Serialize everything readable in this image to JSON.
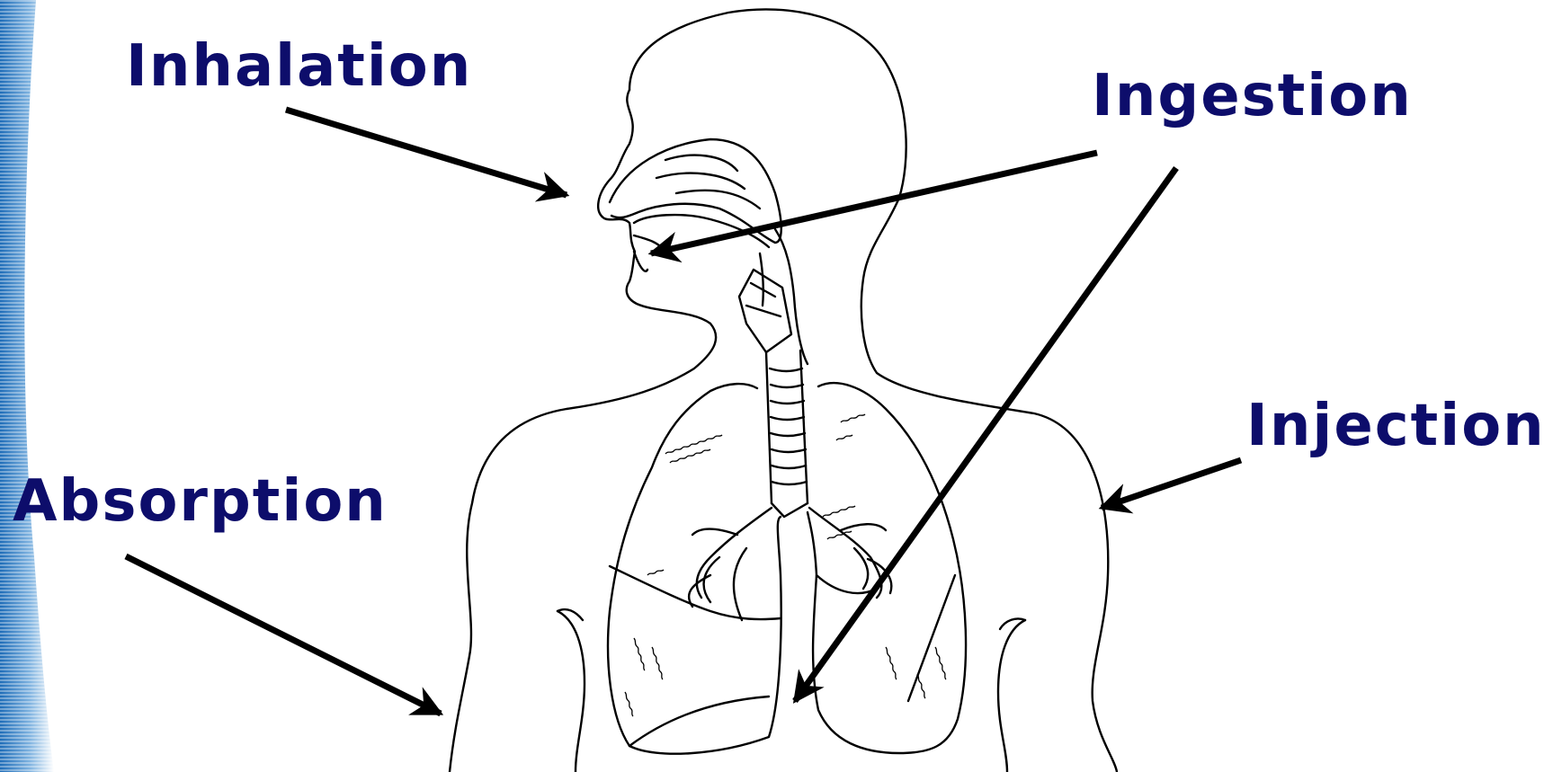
{
  "labels": {
    "inhalation": "Inhalation",
    "ingestion": "Ingestion",
    "injection": "Injection",
    "absorption": "Absorption"
  },
  "colors": {
    "label_text": "#0d0d6b",
    "arrow": "#000000",
    "outline": "#000000",
    "background": "#ffffff",
    "edge_band_light": "#cfe4f5",
    "edge_band_dark": "#1f6db8"
  },
  "icons": {
    "figure": "human-respiratory-system-outline",
    "arrow": "arrowhead-pointer"
  }
}
